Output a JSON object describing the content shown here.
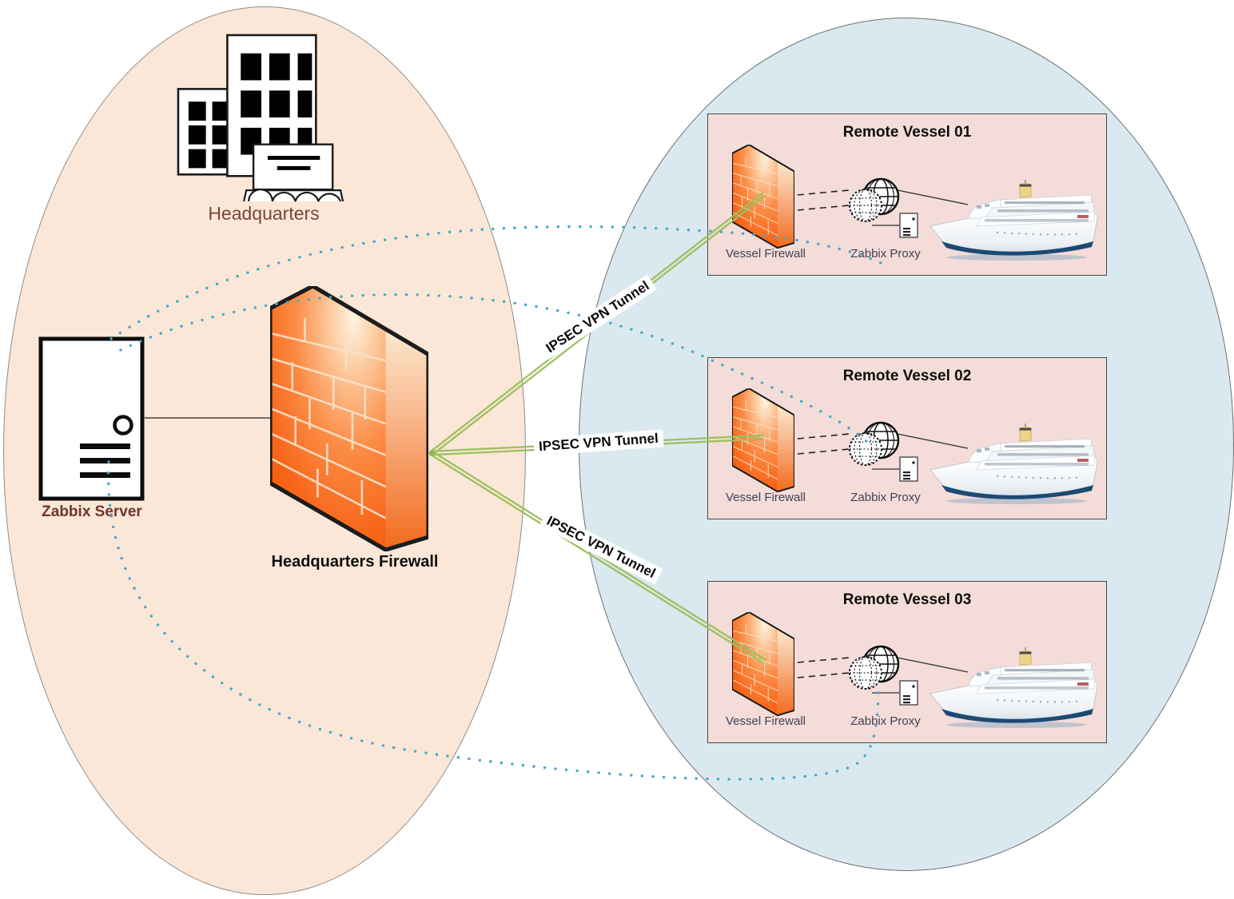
{
  "hq_zone": {
    "buildings_label": "Headquarters",
    "server_label": "Zabbix Server",
    "firewall_label": "Headquarters Firewall"
  },
  "tunnels": [
    {
      "label": "IPSEC VPN Tunnel"
    },
    {
      "label": "IPSEC VPN Tunnel"
    },
    {
      "label": "IPSEC VPN Tunnel"
    }
  ],
  "vessels": [
    {
      "title": "Remote Vessel 01",
      "firewall_label": "Vessel Firewall",
      "proxy_label": "Zabbix Proxy"
    },
    {
      "title": "Remote Vessel 02",
      "firewall_label": "Vessel Firewall",
      "proxy_label": "Zabbix Proxy"
    },
    {
      "title": "Remote Vessel 03",
      "firewall_label": "Vessel Firewall",
      "proxy_label": "Zabbix Proxy"
    }
  ],
  "icons": {
    "hq_buildings": "buildings-icon",
    "zabbix_server": "server-icon",
    "firewall": "brick-firewall-icon",
    "internet": "globe-icon",
    "zabbix_proxy": "proxy-server-icon",
    "vessel": "cruise-ship-icon"
  },
  "colors": {
    "hq_zone_fill": "#fbe7d7",
    "remote_zone_fill": "#d9e9ef",
    "vessel_box_fill": "#f4dcd9",
    "firewall_orange": "#f8661a",
    "tunnel_green": "#9cc05f",
    "dotted_link_blue": "#46a9c6",
    "hq_text": "#7a453c",
    "vessel_text": "#3f4254"
  }
}
